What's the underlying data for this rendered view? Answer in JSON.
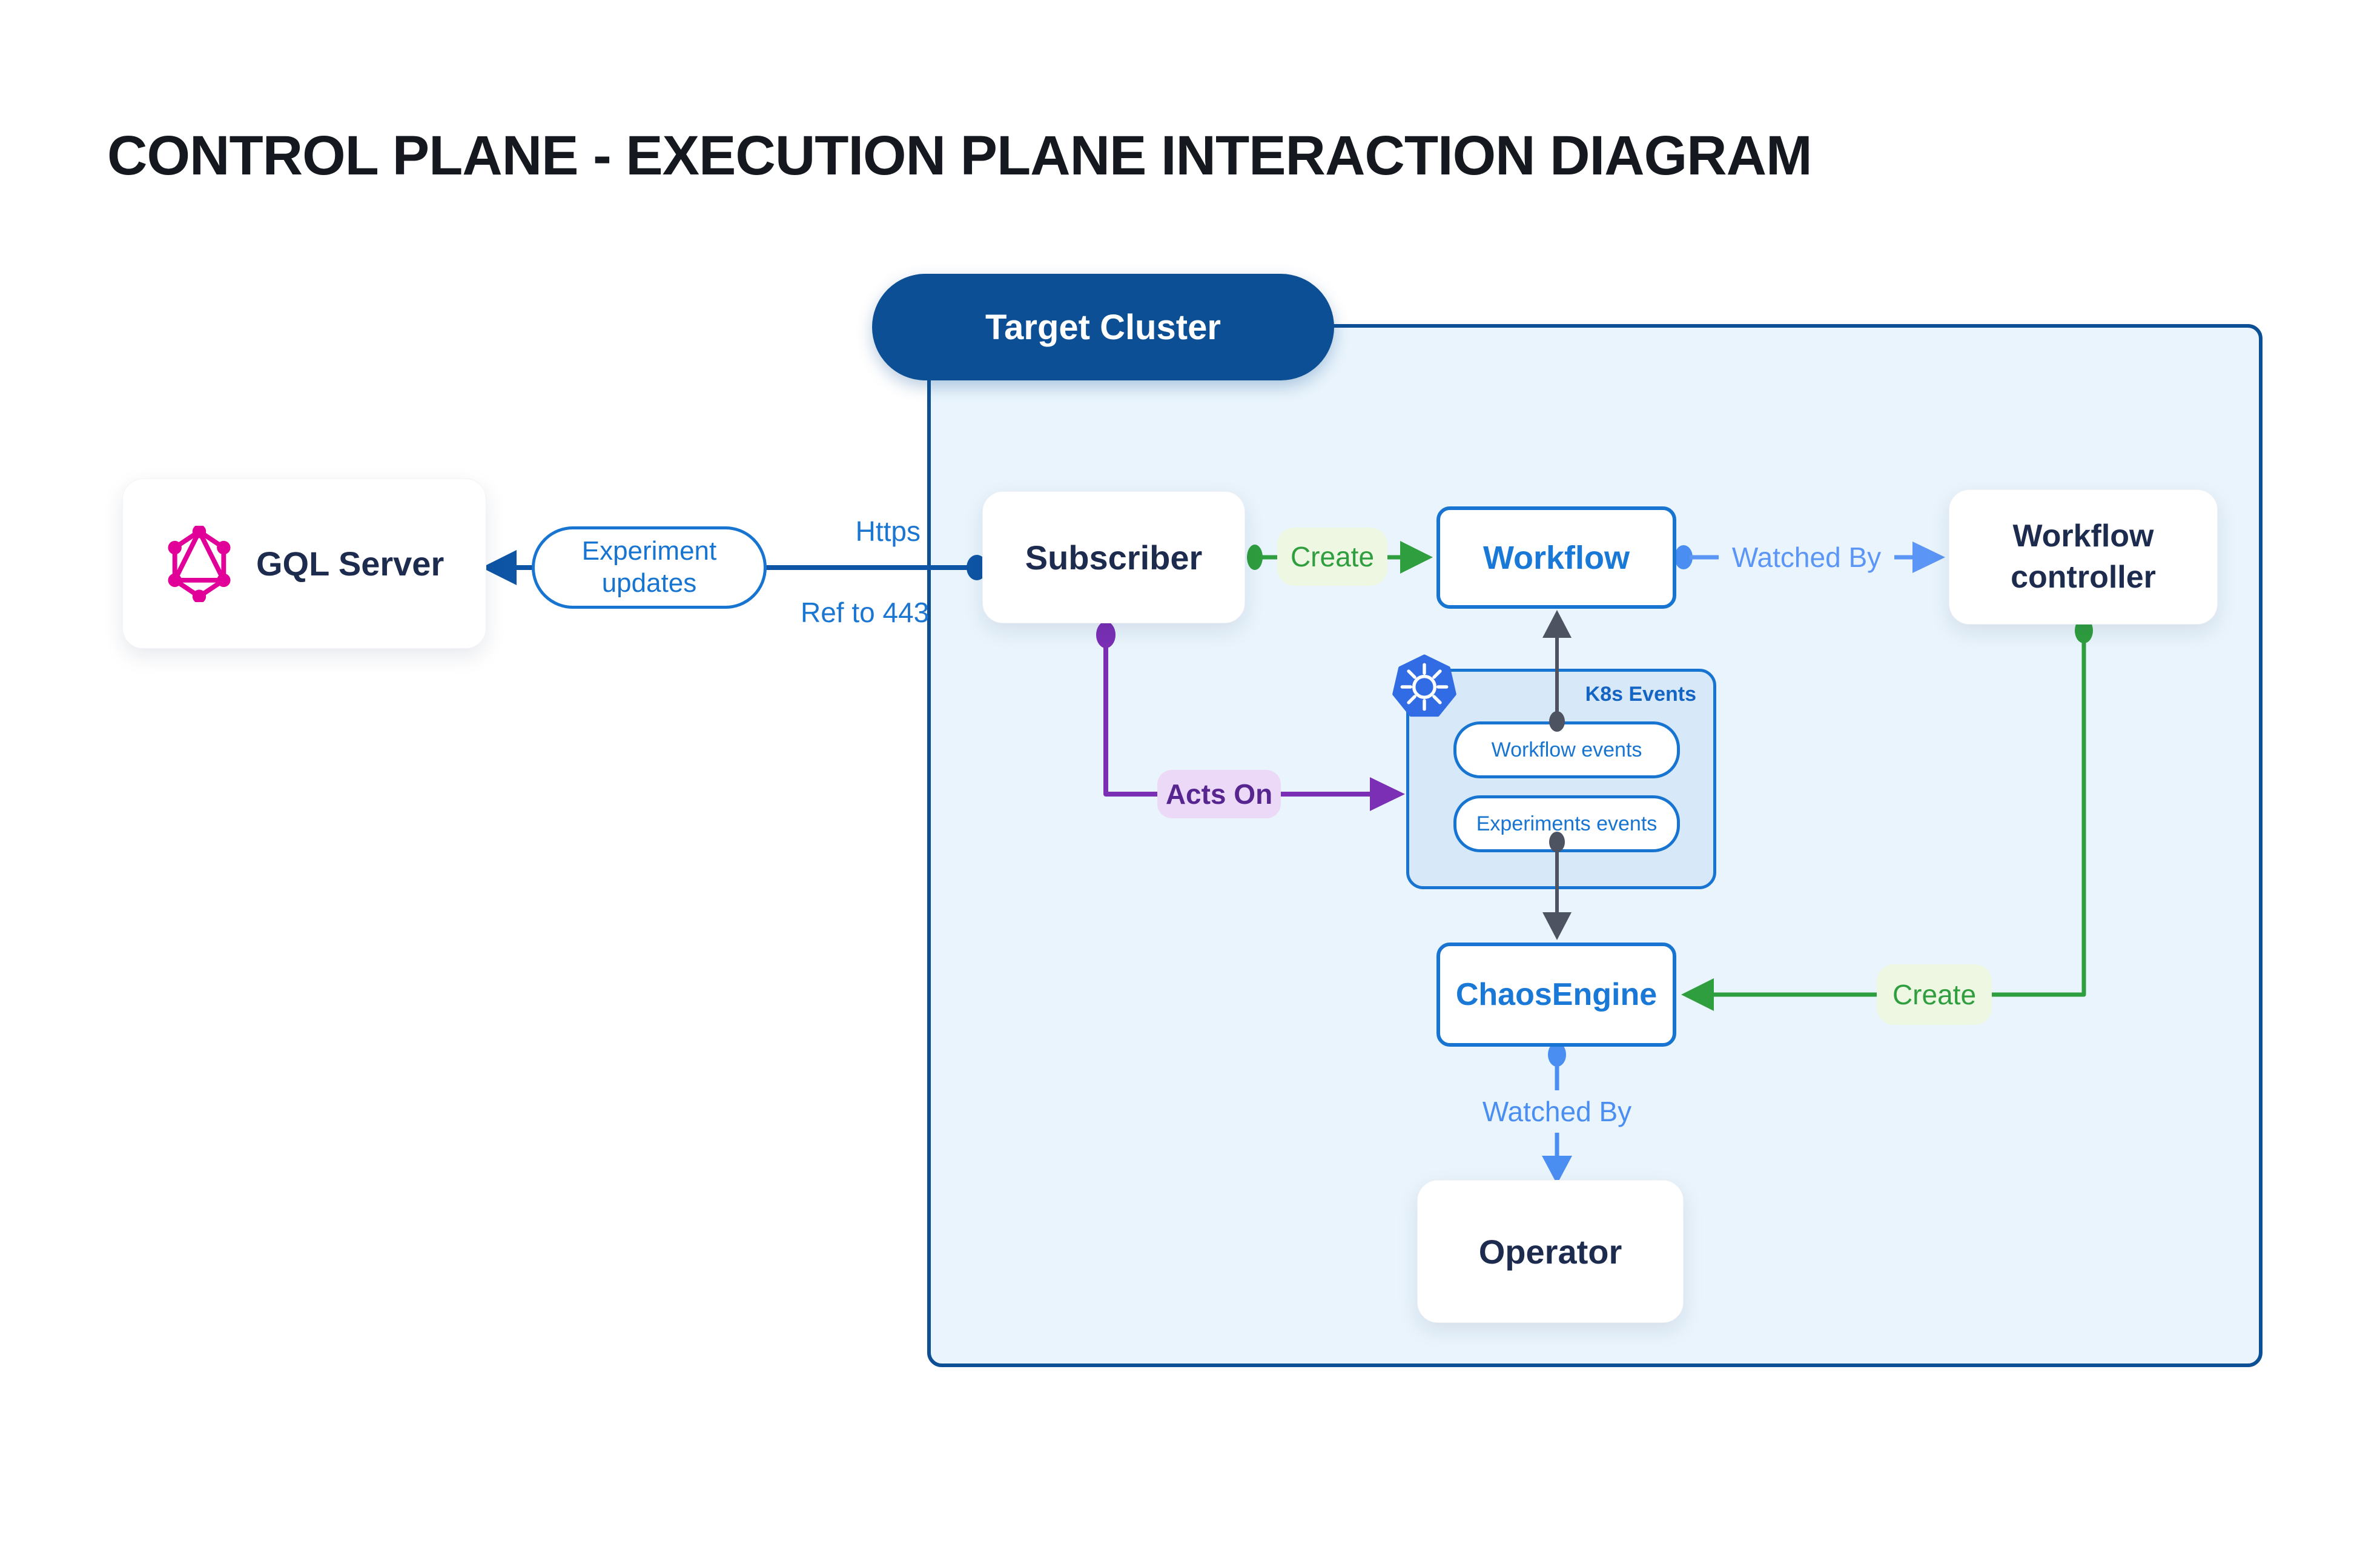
{
  "title": "CONTROL PLANE - EXECUTION PLANE INTERACTION DIAGRAM",
  "nodes": {
    "gql_server": "GQL Server",
    "subscriber": "Subscriber",
    "workflow": "Workflow",
    "workflow_controller": "Workflow controller",
    "chaos_engine": "ChaosEngine",
    "operator": "Operator"
  },
  "cluster": {
    "label": "Target Cluster",
    "k8s_events": {
      "title": "K8s Events",
      "workflow_events": "Workflow events",
      "experiments_events": "Experiments events"
    }
  },
  "edge_labels": {
    "experiment_updates": "Experiment updates",
    "https": "Https",
    "ref_443": "Ref to 443",
    "create_workflow": "Create",
    "watched_by_workflow": "Watched By",
    "acts_on": "Acts On",
    "create_chaosengine": "Create",
    "watched_by_operator": "Watched By"
  },
  "icons": {
    "graphql": "graphql-icon",
    "kubernetes": "kubernetes-icon"
  },
  "colors": {
    "dark_blue": "#0d4f94",
    "node_blue": "#1775d1",
    "navy_text": "#1d2c4e",
    "connector_dark_blue": "#0e55a6",
    "light_blue": "#5b95f5",
    "green": "#2f9e3e",
    "green_bg": "#eef7e2",
    "purple": "#7a2fb5",
    "purple_text": "#56258f",
    "purple_bg": "#ecd9f8",
    "gray_connector": "#4d5360",
    "cluster_bg": "#e9f4fc",
    "k8s_box_bg": "#d7e8f9",
    "graphql_pink": "#e10098",
    "kubernetes_blue": "#326ce5",
    "link_text_blue": "#1b76d2"
  }
}
